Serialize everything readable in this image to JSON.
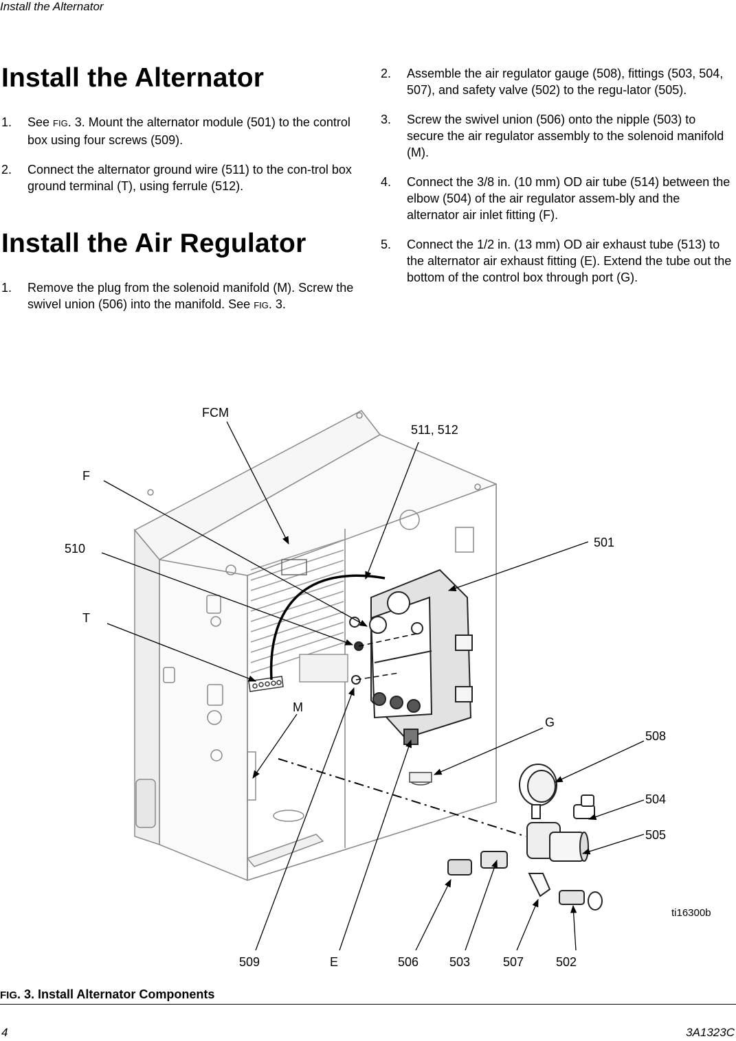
{
  "header": {
    "running_title": "Install the Alternator"
  },
  "section1": {
    "title": "Install the Alternator",
    "steps": [
      {
        "num": "1.",
        "pre": "See ",
        "fig": "Fig",
        "post": ". 3. Mount the alternator module (501) to the control box using four screws (509)."
      },
      {
        "num": "2.",
        "text": "Connect the alternator ground wire (511) to the con-trol box ground terminal (T), using ferrule (512)."
      }
    ]
  },
  "section2": {
    "title": "Install the Air Regulator",
    "steps": [
      {
        "num": "1.",
        "text": "Remove the plug from the solenoid manifold (M). Screw the swivel union (506) into the manifold. See",
        "fig": "Fig",
        "post": ". 3."
      }
    ]
  },
  "right_steps": [
    {
      "num": "2.",
      "text": "Assemble the air regulator gauge (508), fittings (503, 504, 507), and safety valve (502) to the regu-lator (505)."
    },
    {
      "num": "3.",
      "text": "Screw the swivel union (506) onto the nipple (503) to secure the air regulator assembly to the solenoid manifold (M)."
    },
    {
      "num": "4.",
      "text": "Connect the 3/8 in. (10 mm) OD air tube (514) between the elbow (504) of the air regulator assem-bly and the alternator air inlet fitting (F)."
    },
    {
      "num": "5.",
      "text": "Connect the 1/2 in. (13 mm) OD air exhaust tube (513) to the alternator air exhaust fitting (E). Extend the tube out the bottom of the control box through port (G)."
    }
  ],
  "figure": {
    "labels": {
      "fcm": "FCM",
      "f": "F",
      "l510": "510",
      "t": "T",
      "m": "M",
      "l511": "511, 512",
      "l501": "501",
      "g": "G",
      "l508": "508",
      "l504": "504",
      "l505": "505",
      "ti": "ti16300b",
      "l509": "509",
      "e": "E",
      "l506": "506",
      "l503": "503",
      "l507": "507",
      "l502": "502"
    }
  },
  "caption": {
    "fig": "Fig",
    "text": ". 3. Install Alternator Components"
  },
  "footer": {
    "page": "4",
    "doc": "3A1323C"
  }
}
